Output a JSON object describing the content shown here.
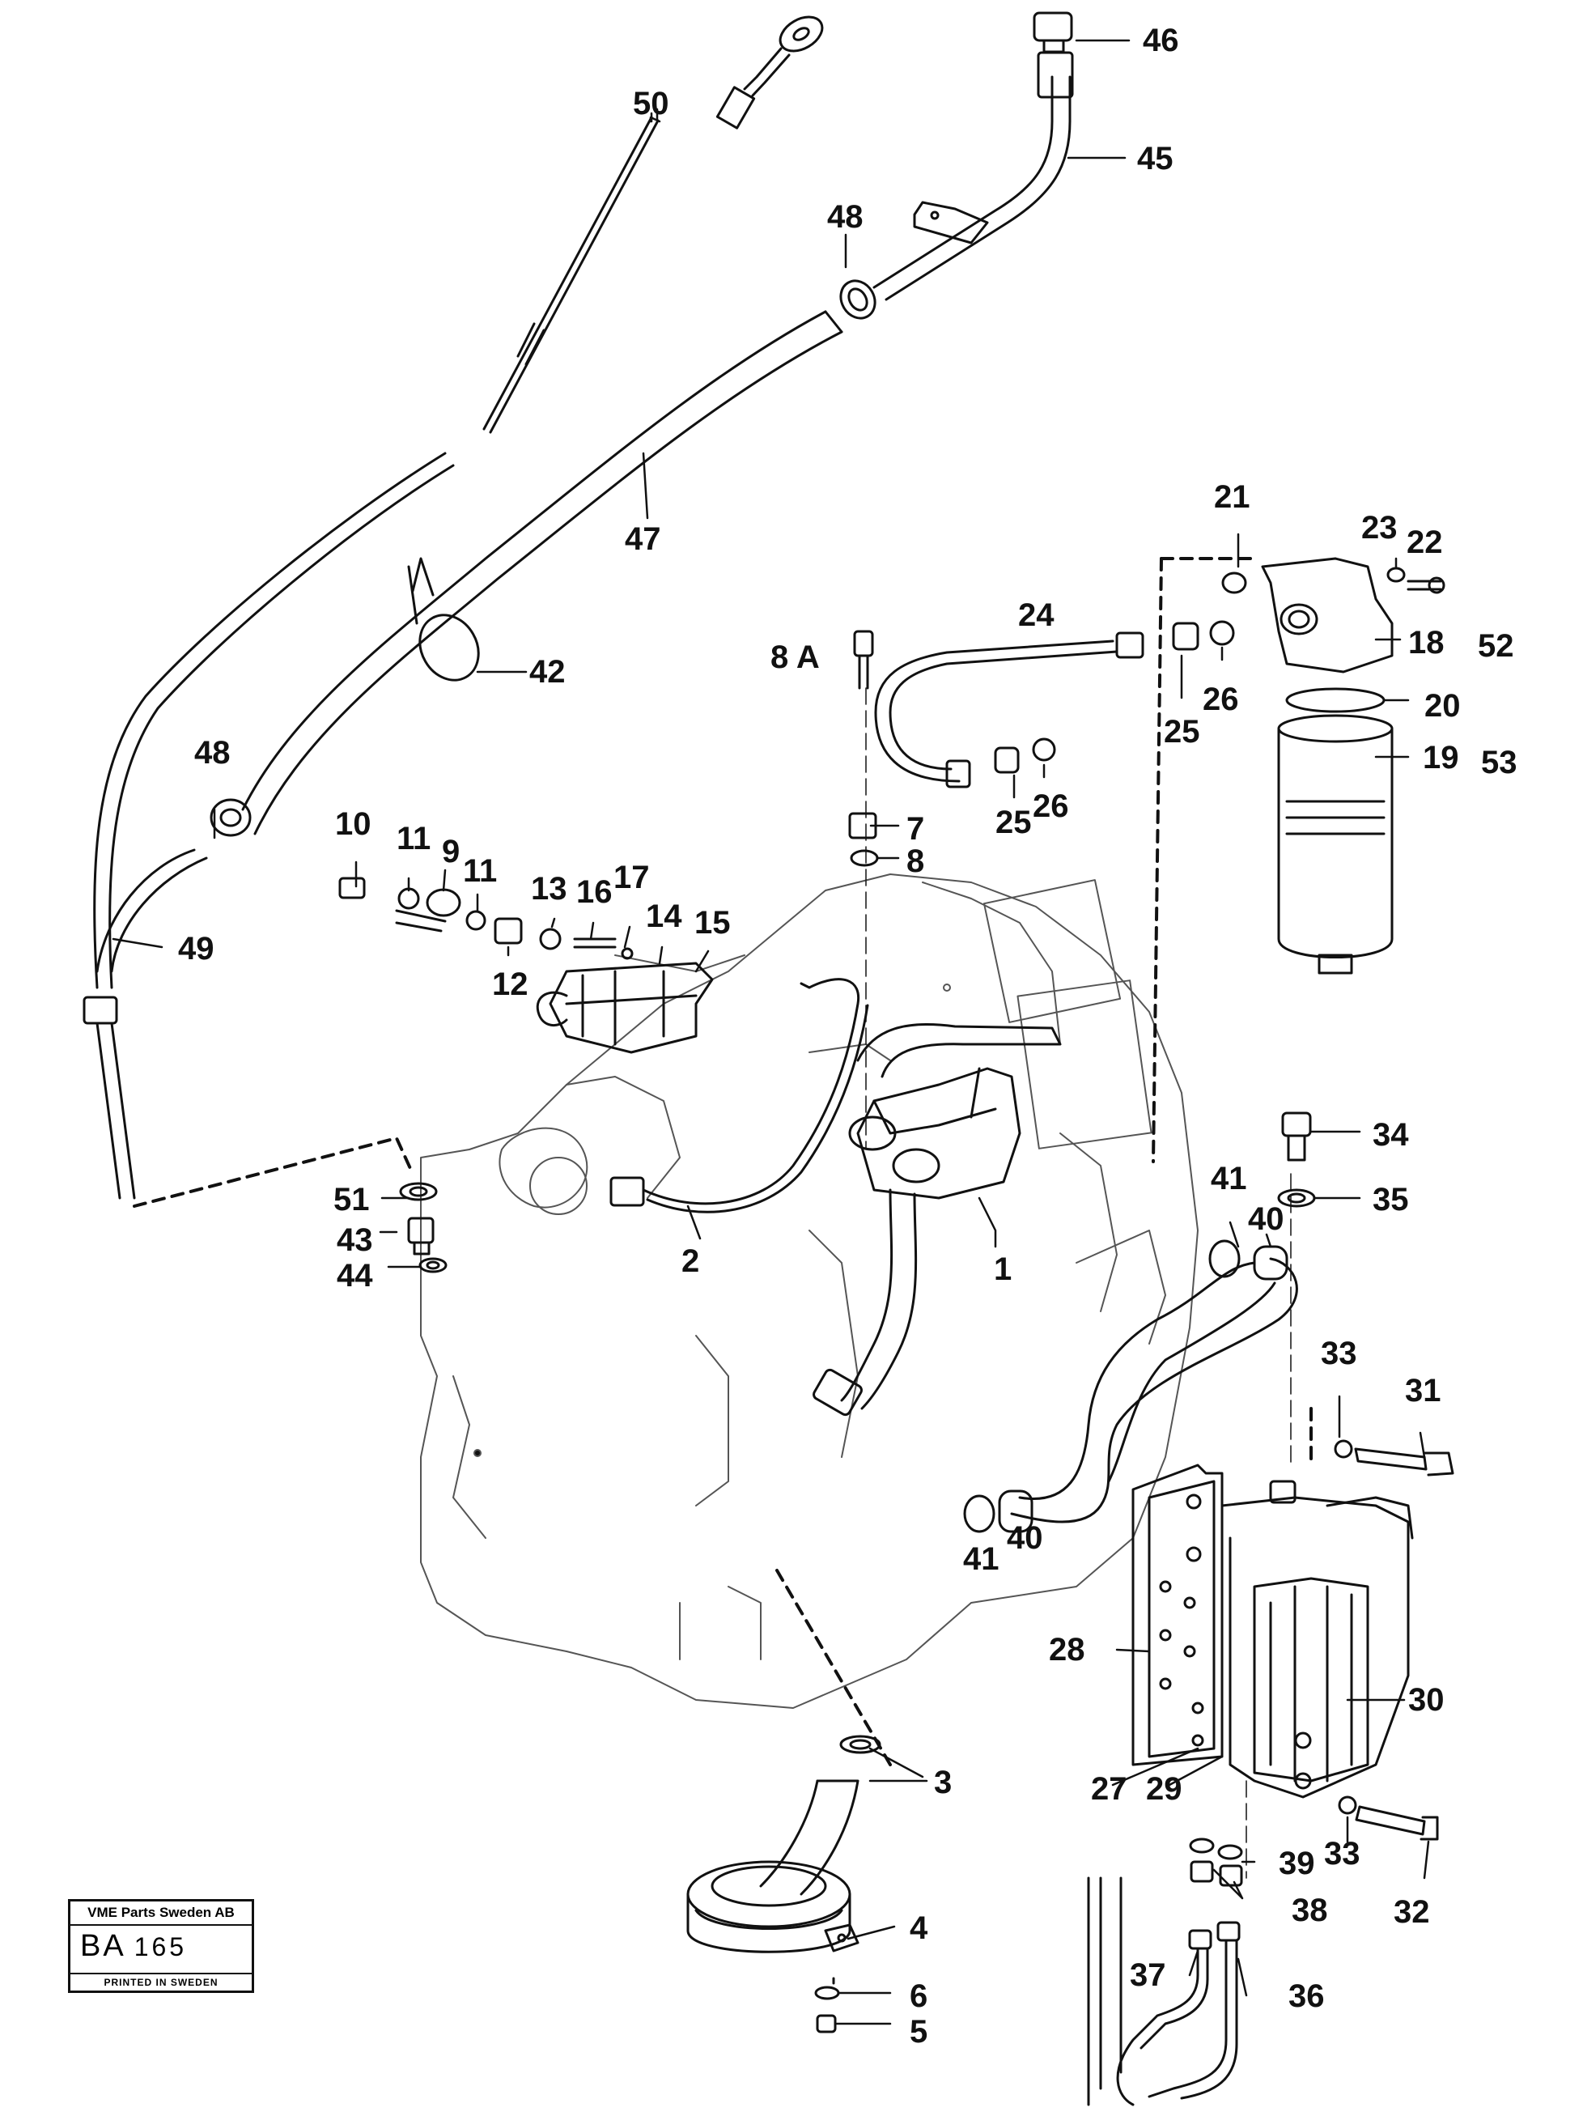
{
  "parts": {
    "p1": "1",
    "p2": "2",
    "p3": "3",
    "p4": "4",
    "p5": "5",
    "p6": "6",
    "p7": "7",
    "p8": "8",
    "p8a": "8 A",
    "p9": "9",
    "p10": "10",
    "p11a": "11",
    "p11b": "11",
    "p12": "12",
    "p13": "13",
    "p14": "14",
    "p15": "15",
    "p16": "16",
    "p17": "17",
    "p18": "18",
    "p19": "19",
    "p20": "20",
    "p21": "21",
    "p22": "22",
    "p23": "23",
    "p24": "24",
    "p25a": "25",
    "p25b": "25",
    "p26a": "26",
    "p26b": "26",
    "p27": "27",
    "p28": "28",
    "p29": "29",
    "p30": "30",
    "p31": "31",
    "p32": "32",
    "p33a": "33",
    "p33b": "33",
    "p34": "34",
    "p35": "35",
    "p36": "36",
    "p37": "37",
    "p38": "38",
    "p39": "39",
    "p40a": "40",
    "p40b": "40",
    "p41a": "41",
    "p41b": "41",
    "p42": "42",
    "p43": "43",
    "p44": "44",
    "p45": "45",
    "p46": "46",
    "p47": "47",
    "p48a": "48",
    "p48b": "48",
    "p49": "49",
    "p50": "50",
    "p51": "51",
    "p52": "52",
    "p53": "53"
  },
  "info_box": {
    "company": "VME Parts Sweden AB",
    "code": "BA",
    "number": "165",
    "printed": "PRINTED IN SWEDEN"
  }
}
